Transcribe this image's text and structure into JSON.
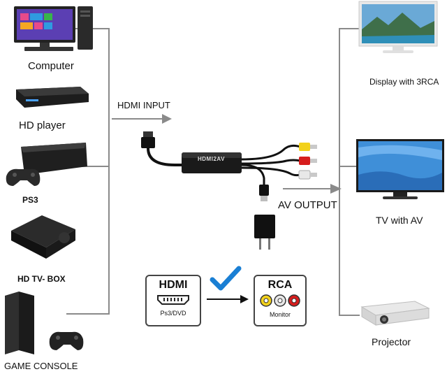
{
  "sources": [
    {
      "label": "Computer",
      "icon": "computer-icon"
    },
    {
      "label": "HD player",
      "icon": "bluray-player-icon"
    },
    {
      "label": "PS3",
      "icon": "ps3-console-icon"
    },
    {
      "label": "HD TV- BOX",
      "icon": "tv-box-icon"
    },
    {
      "label": "GAME CONSOLE",
      "icon": "game-console-icon"
    }
  ],
  "outputs": [
    {
      "label": "Display with 3RCA",
      "icon": "monitor-icon"
    },
    {
      "label": "TV with AV",
      "icon": "tv-icon"
    },
    {
      "label": "Projector",
      "icon": "projector-icon"
    }
  ],
  "arrows": {
    "input_label": "HDMI INPUT",
    "output_label": "AV OUTPUT"
  },
  "converter": {
    "brand": "HDMI2AV"
  },
  "hdmi_box": {
    "title": "HDMI",
    "subtitle": "Ps3/DVD"
  },
  "rca_box": {
    "title": "RCA",
    "subtitle": "Monitor"
  },
  "colors": {
    "line": "#8a8a8a",
    "check": "#1a7fd4",
    "rca_yellow": "#f2d11b",
    "rca_white": "#e8e8e8",
    "rca_red": "#d61d1d"
  }
}
